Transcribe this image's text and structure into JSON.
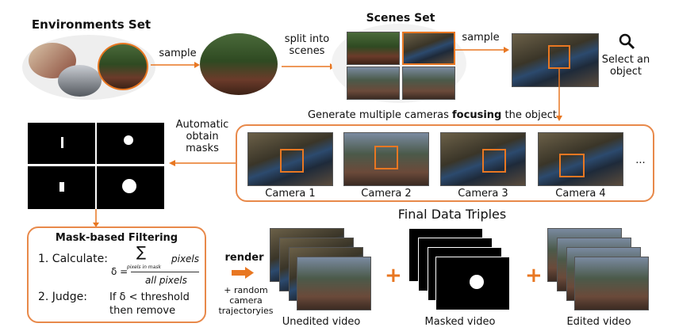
{
  "colors": {
    "accent": "#e87722"
  },
  "environments": {
    "title": "Environments Set"
  },
  "arrows": {
    "sample1": "sample",
    "split": "split into\nscenes",
    "sample2": "sample",
    "generate_prefix": "Generate multiple cameras ",
    "generate_bold": "focusing",
    "generate_suffix": " the object",
    "masks": "Automatic\nobtain\nmasks",
    "render": "render",
    "render_note": "+ random\ncamera\ntrajectoryies"
  },
  "scenes": {
    "title": "Scenes Set"
  },
  "select": {
    "icon": "search-icon",
    "label": "Select an\nobject"
  },
  "cameras": {
    "labels": [
      "Camera 1",
      "Camera 2",
      "Camera 3",
      "Camera 4"
    ],
    "ellipsis": "..."
  },
  "filtering": {
    "title": "Mask-based Filtering",
    "step1": "1. Calculate:",
    "formula_num": "pixels",
    "formula_sub": "pixels in mask",
    "formula_lhs": "δ =",
    "formula_den": "all pixels",
    "step2": "2.  Judge:",
    "judge_line1": "If  δ < threshold",
    "judge_line2": "then remove"
  },
  "final": {
    "title": "Final Data Triples",
    "labels": [
      "Unedited video",
      "Masked video",
      "Edited video"
    ],
    "plus": "+"
  }
}
